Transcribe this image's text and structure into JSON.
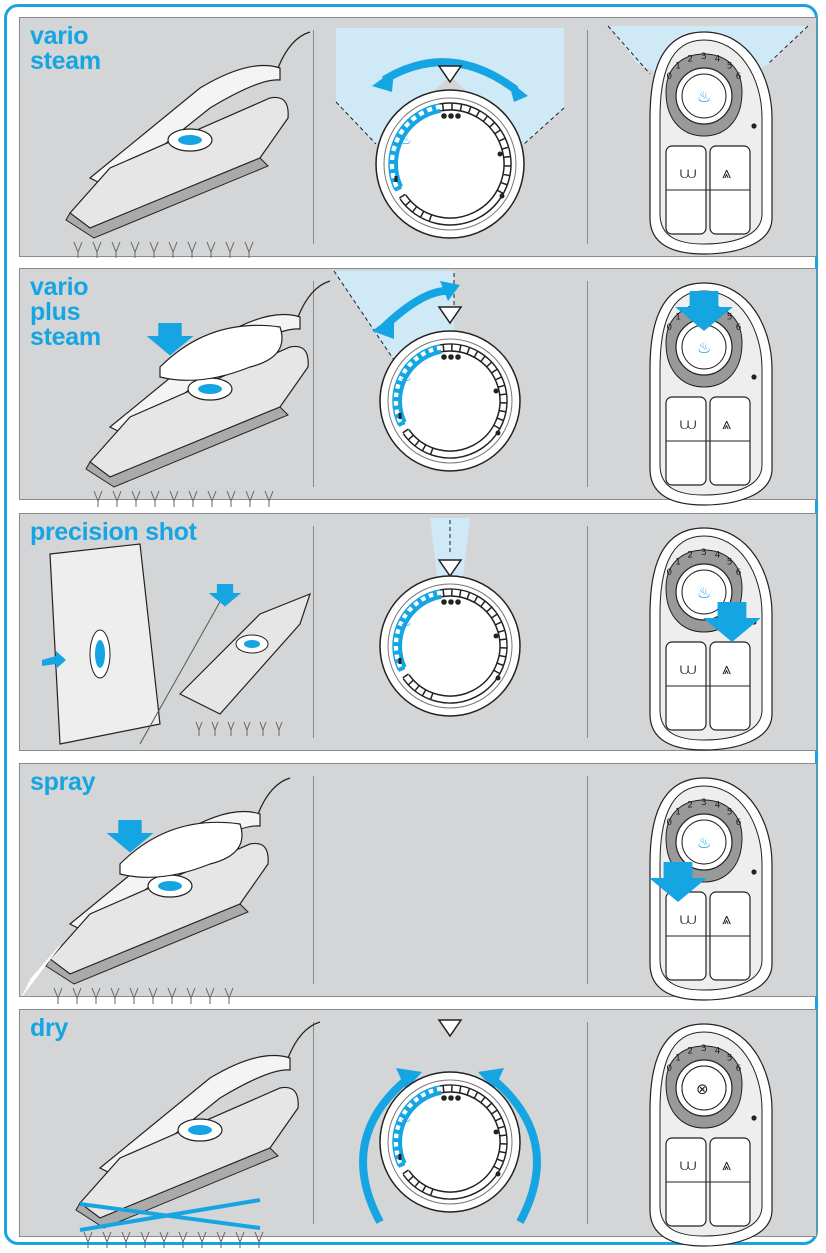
{
  "accent_color": "#16a5e3",
  "panel_color": "#d4d5d6",
  "panels": [
    {
      "id": "vario-steam",
      "label_lines": [
        "vario",
        "steam"
      ]
    },
    {
      "id": "vario-plus-steam",
      "label_lines": [
        "vario",
        "plus",
        "steam"
      ]
    },
    {
      "id": "precision-shot",
      "label_lines": [
        "precision shot"
      ]
    },
    {
      "id": "spray",
      "label_lines": [
        "spray"
      ]
    },
    {
      "id": "dry",
      "label_lines": [
        "dry"
      ]
    }
  ],
  "dial_numbers": [
    "0",
    "1",
    "2",
    "3",
    "4",
    "5",
    "6"
  ],
  "icons": {
    "steam_symbol": "steam-cloud-icon",
    "spray_button": "spray-nozzle-icon",
    "shot_button": "steam-shot-icon"
  }
}
